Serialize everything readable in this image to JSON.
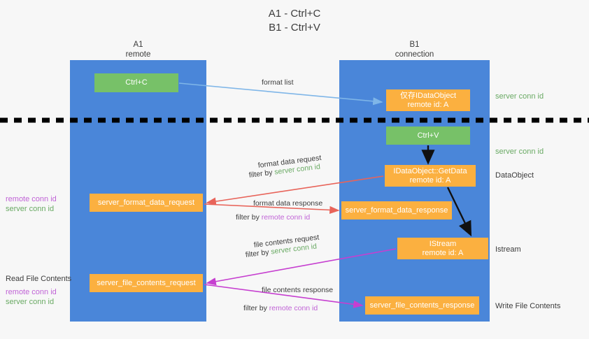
{
  "title": "A1 - Ctrl+C\nB1 - Ctrl+V",
  "lanes": {
    "a": {
      "header": "A1\nremote"
    },
    "b": {
      "header": "B1\nconnection"
    }
  },
  "nodes": {
    "ctrl_c": "Ctrl+C",
    "idataobject": "仅存IDataObject\nremote id: A",
    "ctrl_v": "Ctrl+V",
    "getdata": "IDataObject::GetData\nremote id: A",
    "format_data_request": "server_format_data_request",
    "format_data_response": "server_format_data_response",
    "istream": "IStream\nremote id: A",
    "file_contents_request": "server_file_contents_request",
    "file_contents_response": "server_file_contents_response"
  },
  "annotations": {
    "server_conn_id_top": "server conn id",
    "server_conn_id_mid": "server conn id",
    "dataobject": "DataObject",
    "istream": "Istream",
    "write_file_contents": "Write File Contents",
    "read_file_contents": "Read File Contents",
    "remote_conn_id": "remote conn id",
    "server_conn_id": "server conn id"
  },
  "edge_labels": {
    "format_list": "format list",
    "format_data_request": "format data request",
    "format_data_request_filter_prefix": "filter by ",
    "format_data_request_filter_value": "server conn id",
    "format_data_response": "format data response",
    "format_data_response_filter_prefix": "filter by ",
    "format_data_response_filter_value": "remote conn id",
    "file_contents_request": "file contents request",
    "file_contents_request_filter_prefix": "filter by ",
    "file_contents_request_filter_value": "server conn id",
    "file_contents_response": "file contents response",
    "file_contents_response_filter_prefix": "filter by ",
    "file_contents_response_filter_value": "remote conn id"
  },
  "colors": {
    "lane": "#4a86d9",
    "orange": "#fbb040",
    "green_box": "#77c168",
    "green_text": "#6aaa64",
    "purple_text": "#c063d6",
    "blue_arrow": "#7fb6e8",
    "red_arrow": "#e8645a",
    "magenta_arrow": "#c63fd0",
    "black_arrow": "#000000",
    "divider": "#000000",
    "background": "#f7f7f7"
  }
}
